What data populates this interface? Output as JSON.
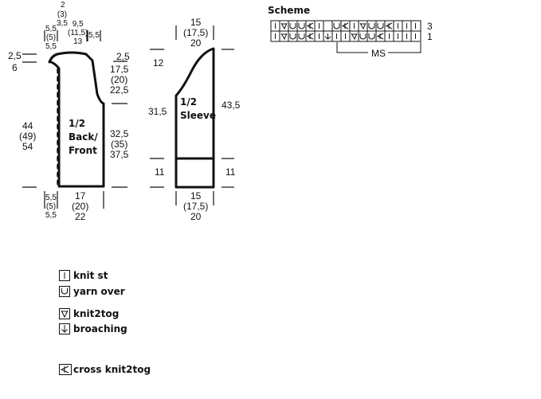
{
  "scheme": {
    "title": "Scheme",
    "row_numbers": [
      "3",
      "1"
    ],
    "repeat_label": "MS"
  },
  "back_front": {
    "label": [
      "1/2",
      "Back/",
      "Front"
    ],
    "top_widths": {
      "neck": "2",
      "neck_alt": [
        "(3)",
        "3,5"
      ],
      "left_shoulder": [
        "5,5",
        "(5)",
        "5,5"
      ],
      "middle": [
        "9,5",
        "(11,5)",
        "13"
      ],
      "right_shoulder": "5,5"
    },
    "left_top": [
      "2,5",
      "6"
    ],
    "left_height": [
      "44",
      "(49)",
      "54"
    ],
    "right_top": "2,5",
    "armhole": [
      "17,5",
      "(20)",
      "22,5"
    ],
    "side": [
      "32,5",
      "(35)",
      "37,5"
    ],
    "bottom_left": [
      "5,5",
      "(5)",
      "5,5"
    ],
    "bottom_width": [
      "17",
      "(20)",
      "22"
    ]
  },
  "sleeve": {
    "label": [
      "1/2",
      "Sleeve"
    ],
    "top_width": [
      "15",
      "(17,5)",
      "20"
    ],
    "left_cap": "12",
    "left_height": "31,5",
    "right_height": "43,5",
    "cuff_left": "11",
    "cuff_right": "11",
    "bottom_width": [
      "15",
      "(17,5)",
      "20"
    ]
  },
  "legend": [
    {
      "icon": "knit-st-icon",
      "label": "knit st"
    },
    {
      "icon": "yarn-over-icon",
      "label": "yarn over"
    },
    {
      "icon": "knit2tog-icon",
      "label": "knit2tog"
    },
    {
      "icon": "broaching-icon",
      "label": "broaching"
    },
    {
      "icon": "cross-knit2tog-icon",
      "label": "cross knit2tog"
    }
  ]
}
